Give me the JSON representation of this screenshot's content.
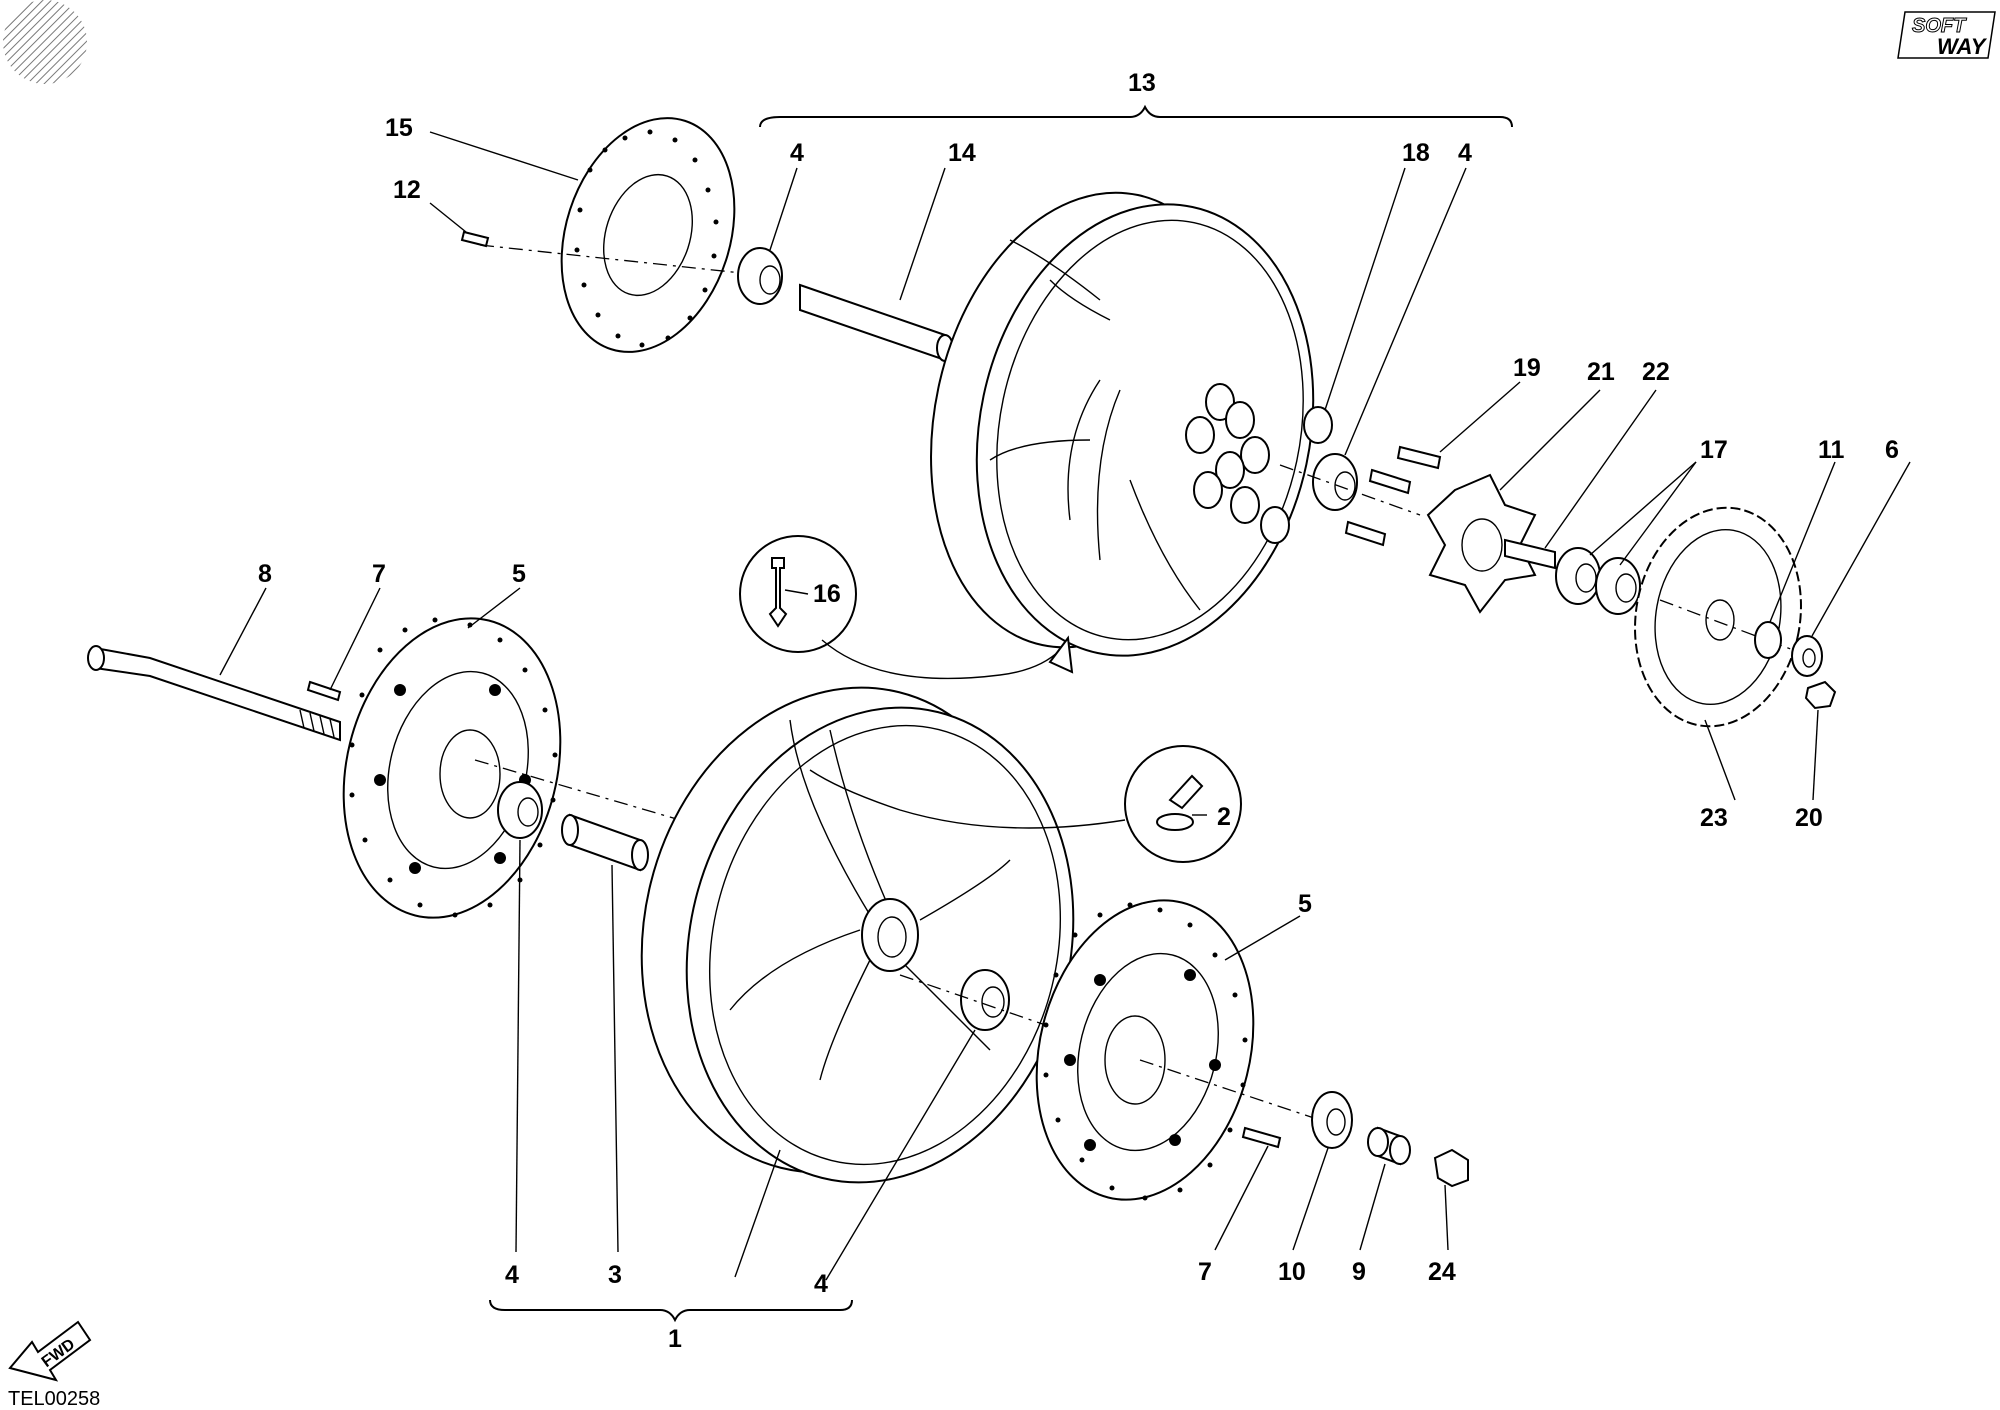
{
  "drawing_code": "TEL00258",
  "logo": {
    "line1": "SOFT",
    "line2": "WAY"
  },
  "fwd_label": "FWD",
  "callouts": [
    {
      "id": "c13",
      "text": "13"
    },
    {
      "id": "c15",
      "text": "15"
    },
    {
      "id": "c12",
      "text": "12"
    },
    {
      "id": "c4a",
      "text": "4"
    },
    {
      "id": "c14",
      "text": "14"
    },
    {
      "id": "c18",
      "text": "18"
    },
    {
      "id": "c4b",
      "text": "4"
    },
    {
      "id": "c19",
      "text": "19"
    },
    {
      "id": "c21",
      "text": "21"
    },
    {
      "id": "c22",
      "text": "22"
    },
    {
      "id": "c17",
      "text": "17"
    },
    {
      "id": "c11",
      "text": "11"
    },
    {
      "id": "c6",
      "text": "6"
    },
    {
      "id": "c16",
      "text": "16"
    },
    {
      "id": "c8",
      "text": "8"
    },
    {
      "id": "c7a",
      "text": "7"
    },
    {
      "id": "c5a",
      "text": "5"
    },
    {
      "id": "c2",
      "text": "2"
    },
    {
      "id": "c23",
      "text": "23"
    },
    {
      "id": "c20",
      "text": "20"
    },
    {
      "id": "c5b",
      "text": "5"
    },
    {
      "id": "c4c",
      "text": "4"
    },
    {
      "id": "c3",
      "text": "3"
    },
    {
      "id": "c4d",
      "text": "4"
    },
    {
      "id": "c7b",
      "text": "7"
    },
    {
      "id": "c10",
      "text": "10"
    },
    {
      "id": "c9",
      "text": "9"
    },
    {
      "id": "c24",
      "text": "24"
    },
    {
      "id": "c1",
      "text": "1"
    }
  ]
}
